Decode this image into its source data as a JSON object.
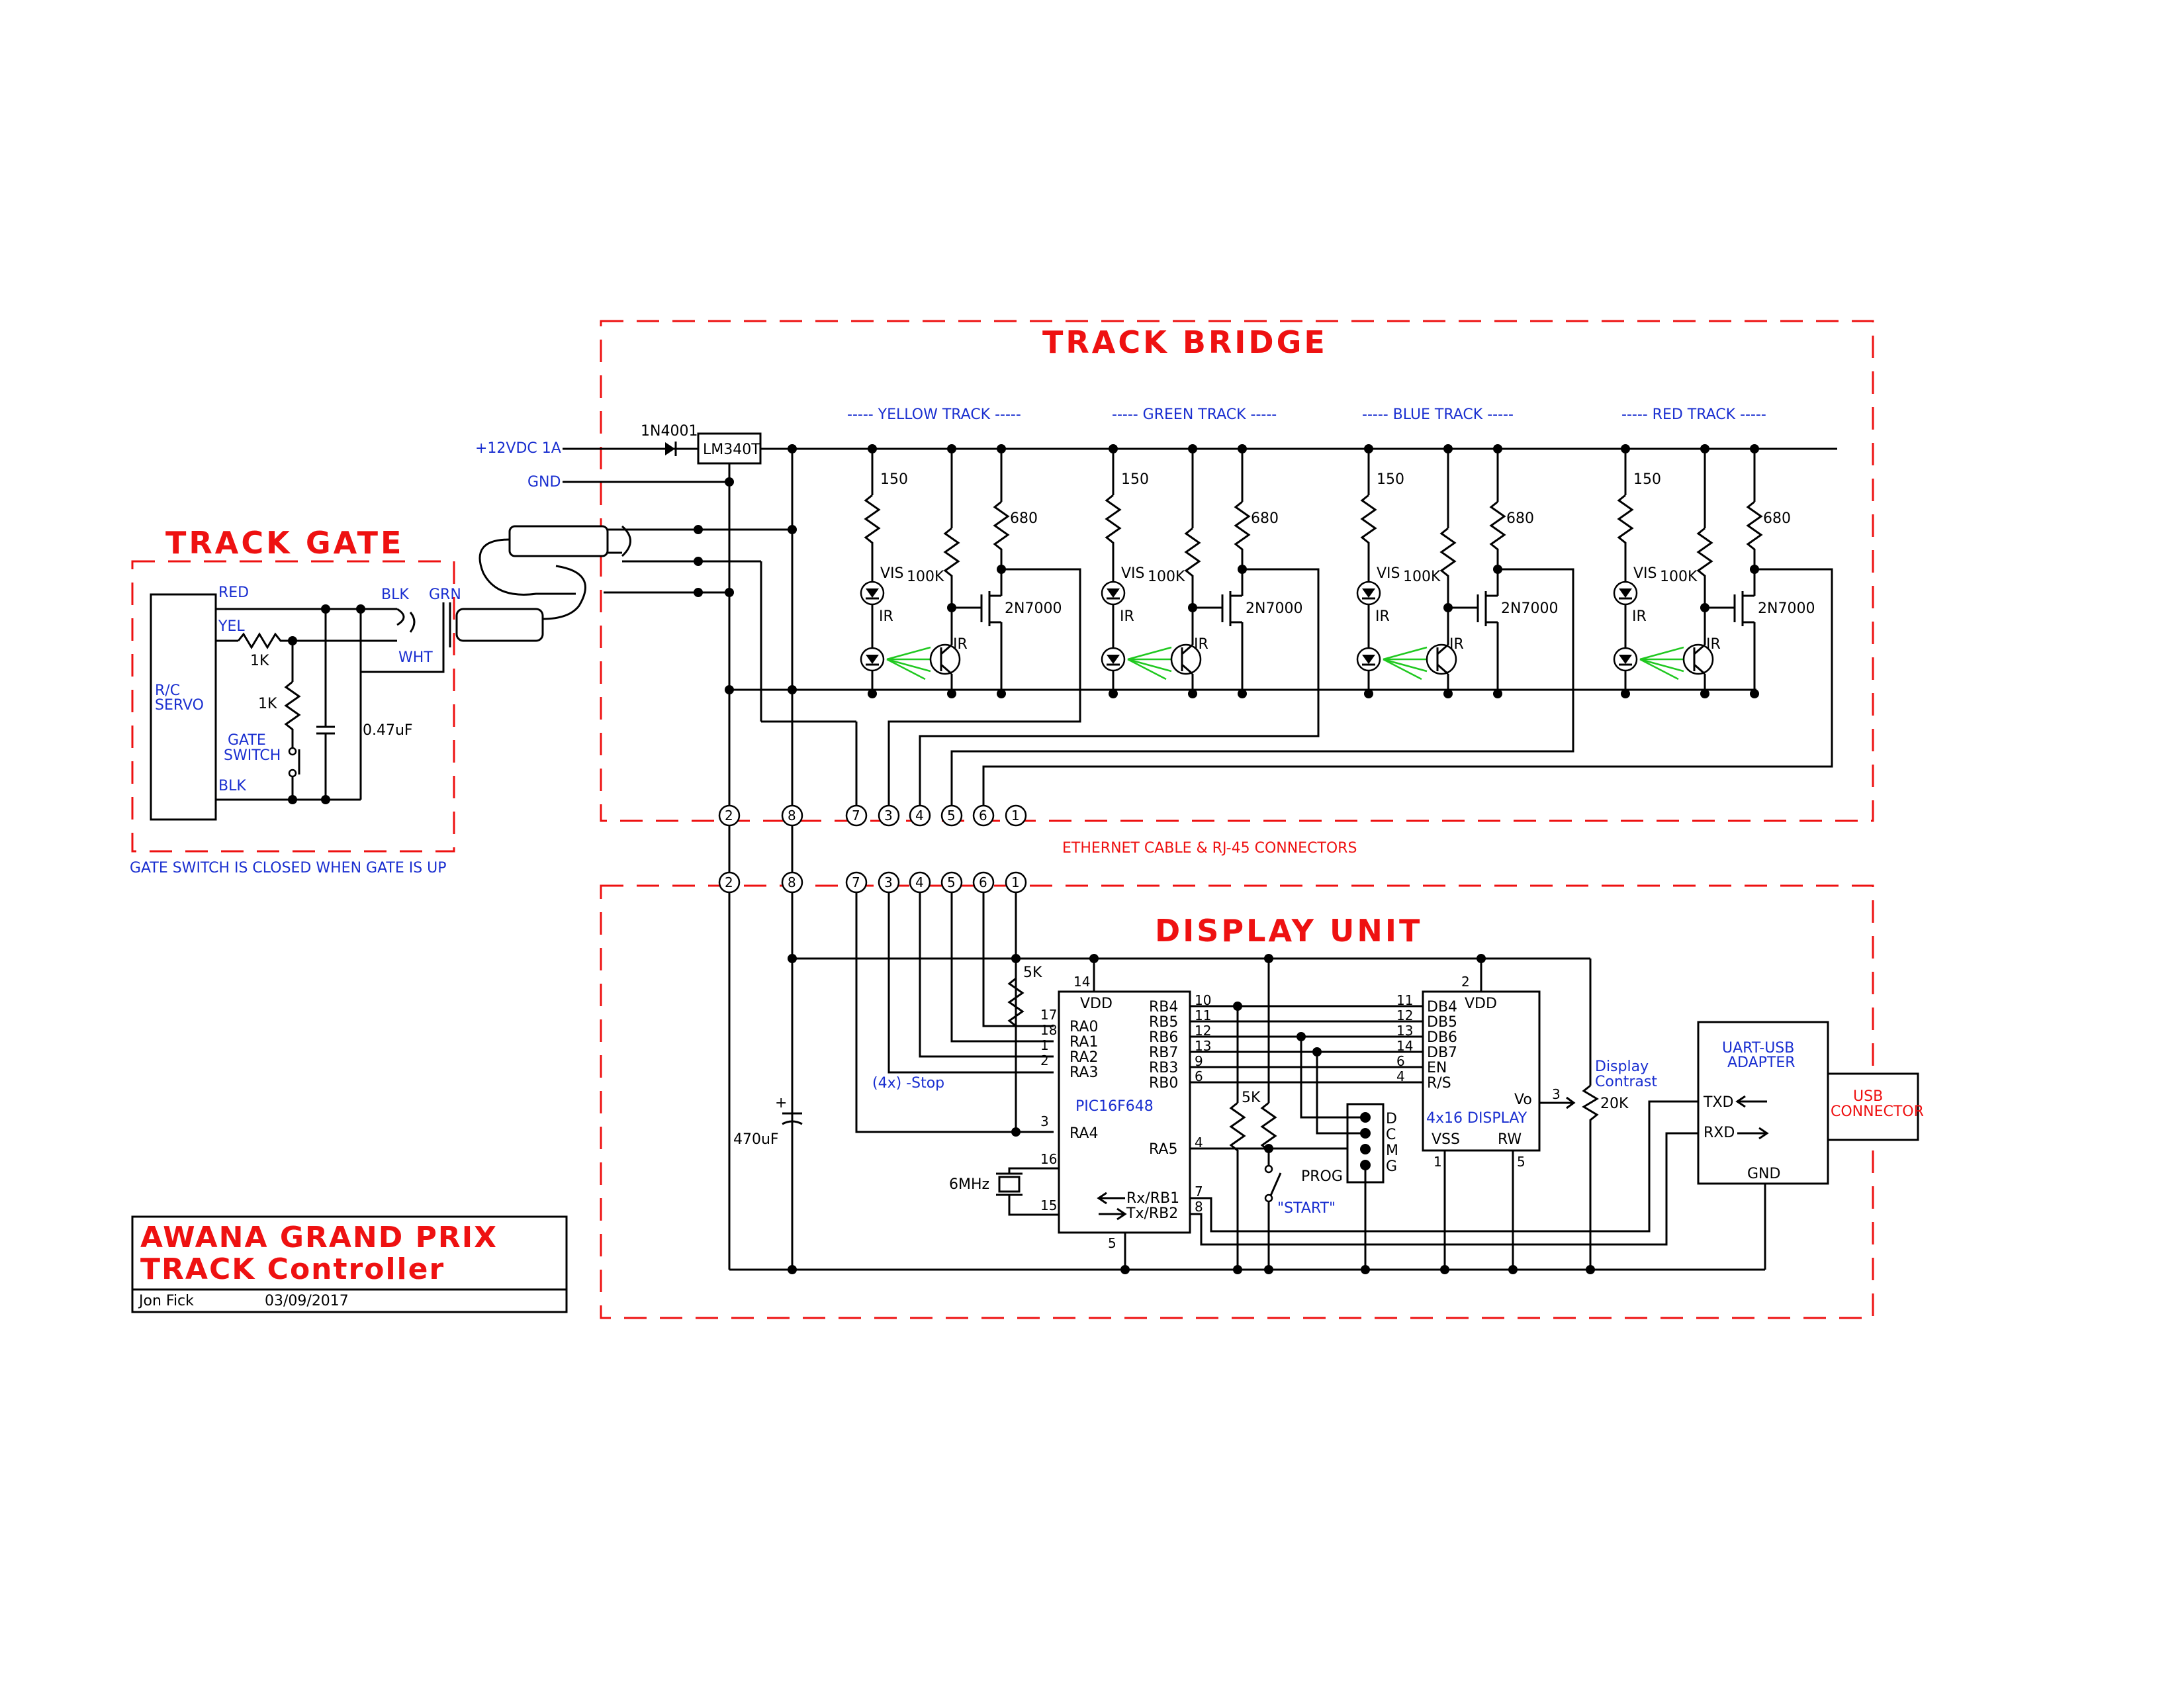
{
  "sections": {
    "track_bridge": "TRACK BRIDGE",
    "track_gate": "TRACK GATE",
    "display_unit": "DISPLAY UNIT"
  },
  "title_block": {
    "line1": "AWANA GRAND PRIX",
    "line2": "TRACK Controller",
    "author": "Jon Fick",
    "date": "03/09/2017"
  },
  "power": {
    "supply": "+12VDC 1A",
    "gnd": "GND",
    "diode": "1N4001",
    "regulator": "LM340T",
    "cap": "470uF",
    "cap_plus": "+"
  },
  "tracks": [
    {
      "label": "----- YELLOW TRACK -----"
    },
    {
      "label": "----- GREEN TRACK -----"
    },
    {
      "label": "----- BLUE TRACK -----"
    },
    {
      "label": "----- RED TRACK -----"
    }
  ],
  "track_parts": {
    "r_led": "150",
    "vis": "VIS",
    "ir": "IR",
    "r_pullup": "100K",
    "r_drain": "680",
    "fet": "2N7000",
    "photo": "IR"
  },
  "gate": {
    "servo_line1": "R/C",
    "servo_line2": "SERVO",
    "red": "RED",
    "yel": "YEL",
    "blk": "BLK",
    "r1": "1K",
    "r2": "1K",
    "switch_line1": "GATE",
    "switch_line2": "SWITCH",
    "cap": "0.47uF",
    "plug_blk": "BLK",
    "plug_grn": "GRN",
    "plug_wht": "WHT",
    "note": "GATE SWITCH IS CLOSED WHEN GATE IS UP"
  },
  "cable": {
    "label": "ETHERNET CABLE & RJ-45 CONNECTORS",
    "pins": [
      "2",
      "8",
      "7",
      "3",
      "4",
      "5",
      "6",
      "1"
    ]
  },
  "mcu": {
    "name": "PIC16F648",
    "vdd": "VDD",
    "left_pins": [
      {
        "num": "17",
        "name": "RA0"
      },
      {
        "num": "18",
        "name": "RA1"
      },
      {
        "num": "1",
        "name": "RA2"
      },
      {
        "num": "2",
        "name": "RA3"
      },
      {
        "num": "3",
        "name": "RA4"
      }
    ],
    "right_pins": [
      {
        "num": "10",
        "name": "RB4"
      },
      {
        "num": "11",
        "name": "RB5"
      },
      {
        "num": "12",
        "name": "RB6"
      },
      {
        "num": "13",
        "name": "RB7"
      },
      {
        "num": "9",
        "name": "RB3"
      },
      {
        "num": "6",
        "name": "RB0"
      },
      {
        "num": "4",
        "name": "RA5"
      },
      {
        "num": "7",
        "name": "Rx/RB1"
      },
      {
        "num": "8",
        "name": "Tx/RB2"
      }
    ],
    "vdd_pin": "14",
    "gnd_pin": "5",
    "osc_pin1": "16",
    "osc_pin2": "15",
    "crystal": "6MHz",
    "pullup": "5K",
    "stop_label": "(4x) -Stop"
  },
  "display": {
    "name": "4x16 DISPLAY",
    "vdd": "VDD",
    "vdd_pin": "2",
    "pins": [
      {
        "num": "11",
        "name": "DB4"
      },
      {
        "num": "12",
        "name": "DB5"
      },
      {
        "num": "13",
        "name": "DB6"
      },
      {
        "num": "14",
        "name": "DB7"
      },
      {
        "num": "6",
        "name": "EN"
      },
      {
        "num": "4",
        "name": "R/S"
      }
    ],
    "vo": "Vo",
    "vo_pin": "3",
    "vss": "VSS",
    "vss_pin": "1",
    "rw": "RW",
    "rw_pin": "5",
    "contrast_line1": "Display",
    "contrast_line2": "Contrast",
    "pot": "20K"
  },
  "prog": {
    "label": "PROG",
    "pins": [
      "D",
      "C",
      "M",
      "G"
    ],
    "pullup": "5K",
    "start": "\"START\""
  },
  "uart": {
    "line1": "UART-USB",
    "line2": "ADAPTER",
    "txd": "TXD",
    "rxd": "RXD",
    "gnd": "GND"
  },
  "usb": {
    "line1": "USB",
    "line2": "CONNECTOR"
  }
}
